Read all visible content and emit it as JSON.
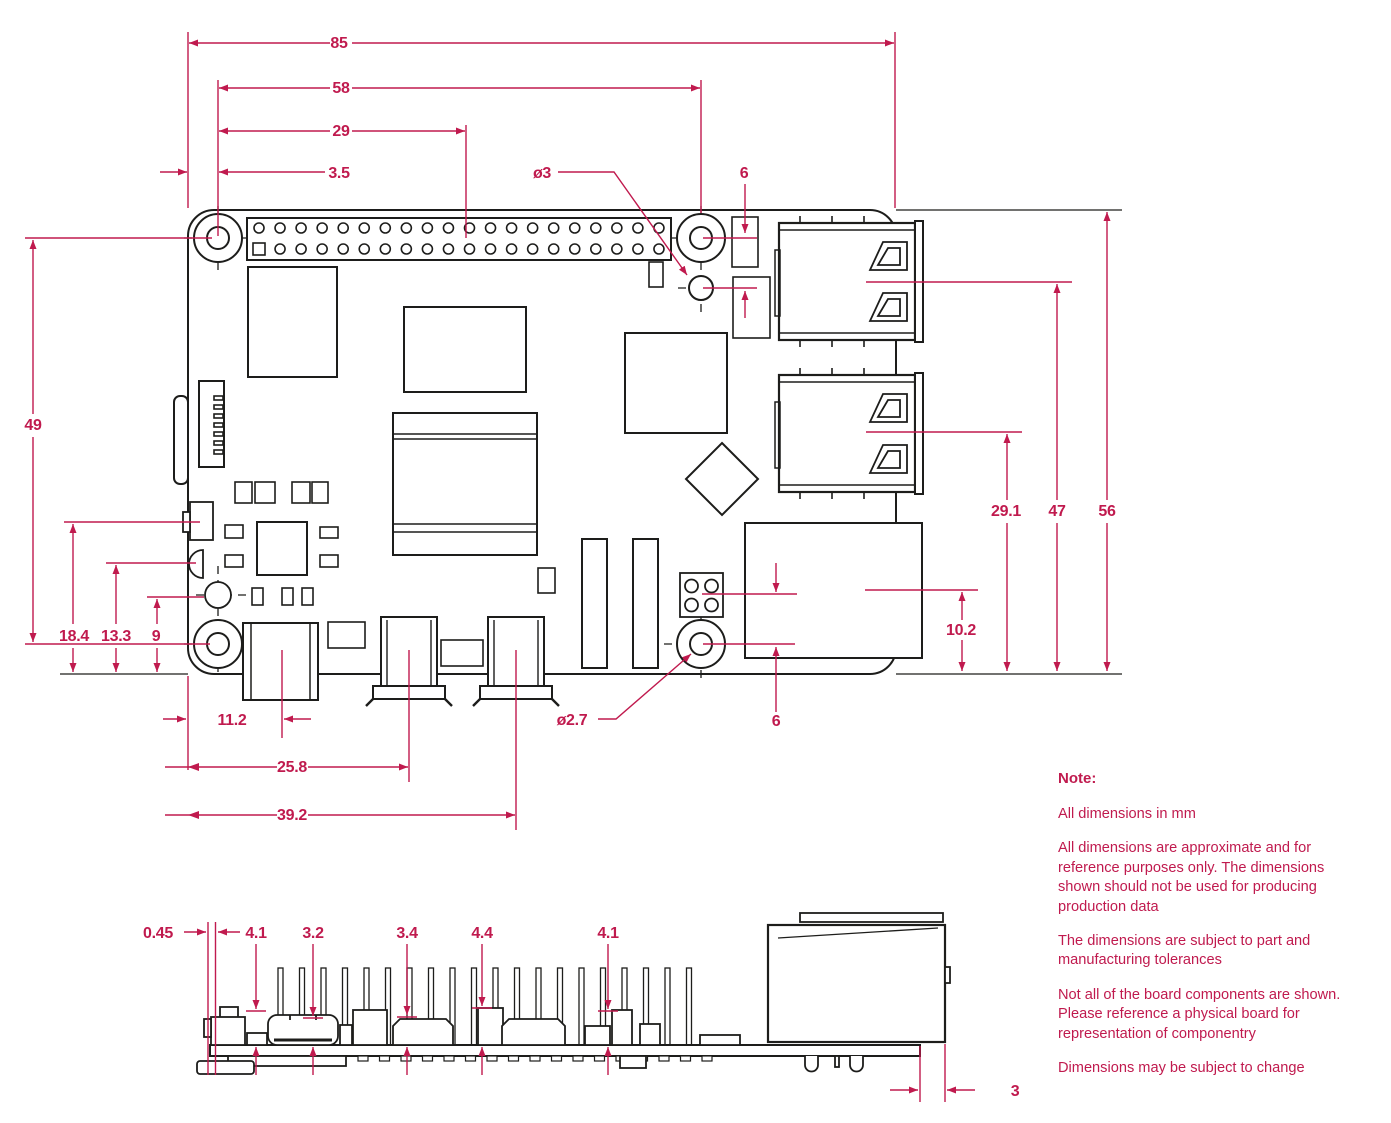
{
  "title": "Raspberry Pi board mechanical drawing",
  "colors": {
    "dimension_accent": "#c01a4e",
    "drawing_line": "#1d1d1b",
    "background": "#ffffff"
  },
  "units": "mm",
  "dims": {
    "d85": "85",
    "d58": "58",
    "d29": "29",
    "d3_5": "3.5",
    "dia3": "ø3",
    "d6a": "6",
    "d49": "49",
    "d18_4": "18.4",
    "d13_3": "13.3",
    "d9": "9",
    "d11_2": "11.2",
    "d25_8": "25.8",
    "d39_2": "39.2",
    "dia2_7": "ø2.7",
    "d6b": "6",
    "d10_2": "10.2",
    "d29_1": "29.1",
    "d47": "47",
    "d56": "56",
    "s0_45": "0.45",
    "s4_1a": "4.1",
    "s3_2": "3.2",
    "s3_4": "3.4",
    "s4_4": "4.4",
    "s4_1b": "4.1",
    "s3": "3"
  },
  "notes": {
    "title": "Note:",
    "items": [
      "All dimensions in mm",
      "All dimensions are approximate and for reference purposes only. The dimensions shown should not be used for producing production data",
      "The dimensions are subject to part and manufacturing tolerances",
      "Not all of the board components are shown. Please reference a physical board for representation of componentry",
      "Dimensions may be subject to change"
    ]
  }
}
